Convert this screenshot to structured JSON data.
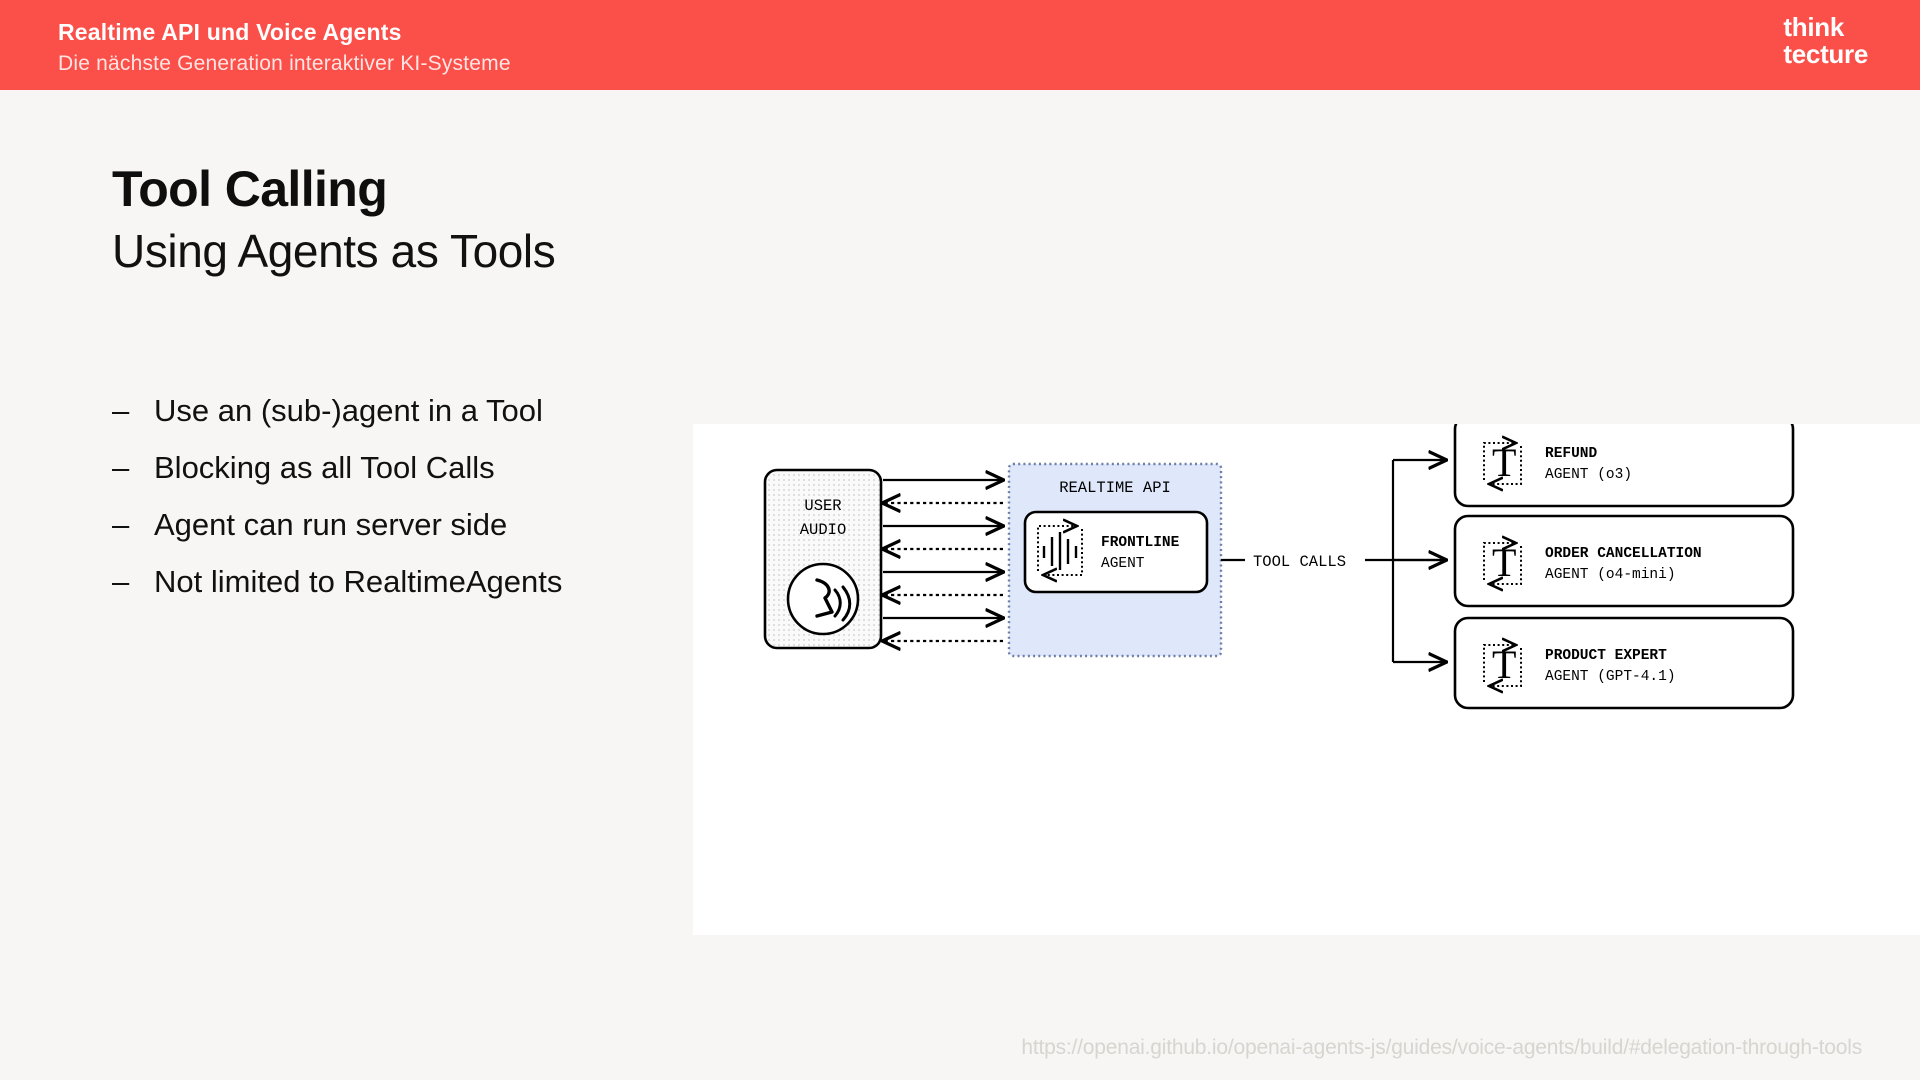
{
  "header": {
    "title": "Realtime API und Voice Agents",
    "subtitle": "Die nächste Generation interaktiver KI-Systeme",
    "logo_line1": "think",
    "logo_line2": "tecture",
    "bar_color": "#fb4f4a"
  },
  "slide": {
    "title": "Tool Calling",
    "subtitle": "Using Agents as Tools",
    "background": "#f7f6f4"
  },
  "bullets": [
    {
      "marker": "–",
      "text": "Use an (sub-)agent in a Tool"
    },
    {
      "marker": "–",
      "text": "Blocking as all Tool Calls"
    },
    {
      "marker": "–",
      "text": "Agent can run server side"
    },
    {
      "marker": "–",
      "text": "Not limited to RealtimeAgents"
    }
  ],
  "diagram": {
    "panel_background": "#ffffff",
    "user_box": {
      "label_line1": "USER",
      "label_line2": "AUDIO",
      "icon": "speaking-voice-icon",
      "fill": "#f4f4f4"
    },
    "realtime_box": {
      "label": "REALTIME API",
      "fill": "#dfe8fa",
      "border_style": "dotted"
    },
    "frontline_agent": {
      "title": "FRONTLINE",
      "subtitle": "AGENT",
      "icon": "audio-waveform-icon"
    },
    "connector_label": "TOOL CALLS",
    "tool_agents": [
      {
        "icon": "text-t-icon",
        "title": "REFUND",
        "subtitle": "AGENT (o3)"
      },
      {
        "icon": "text-t-icon",
        "title": "ORDER CANCELLATION",
        "subtitle": "AGENT (o4-mini)"
      },
      {
        "icon": "text-t-icon",
        "title": "PRODUCT EXPERT",
        "subtitle": "AGENT (GPT-4.1)"
      }
    ],
    "stream_arrows": {
      "outbound_count": 4,
      "inbound_count": 4,
      "outbound_style": "solid",
      "inbound_style": "dotted"
    }
  },
  "footer": {
    "url": "https://openai.github.io/openai-agents-js/guides/voice-agents/build/#delegation-through-tools"
  }
}
